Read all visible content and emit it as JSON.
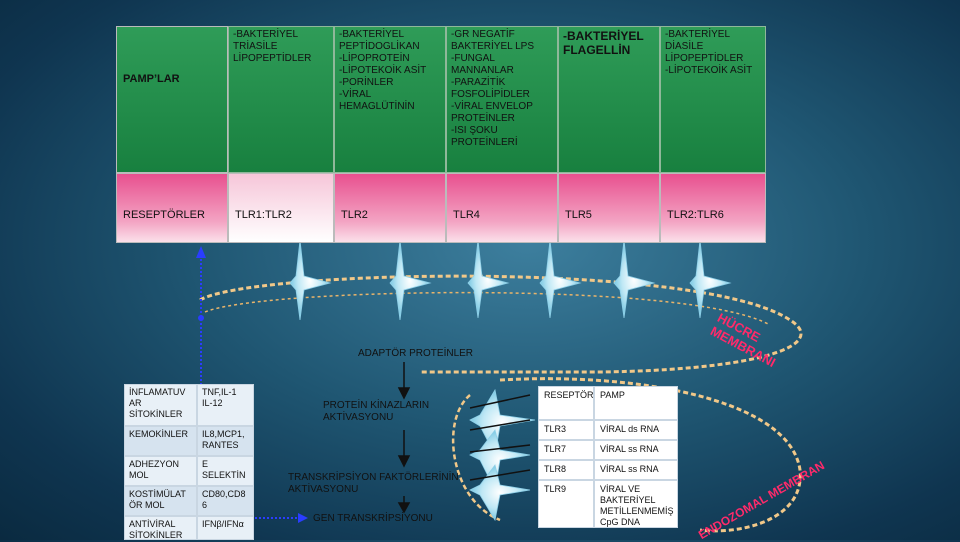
{
  "pamp_label": "PAMP’LAR",
  "receptor_label": "RESEPTÖRLER",
  "pamps": [
    "-BAKTERİYEL TRİASİLE LİPOPEPTİDLER",
    "-BAKTERİYEL PEPTİDOGLİKAN\n-LİPOPROTEİN\n-LİPOTEKOİK ASİT\n-PORİNLER\n-VİRAL HEMAGLÜTİNİN",
    "-GR NEGATİF BAKTERİYEL LPS\n-FUNGAL MANNANLAR\n-PARAZİTİK FOSFOLİPİDLER\n-VİRAL ENVELOP PROTEİNLER\n-ISI ŞOKU PROTEİNLERİ",
    "-BAKTERİYEL FLAGELLİN",
    "-BAKTERİYEL DİASİLE LİPOPEPTİDLER\n-LİPOTEKOİK ASİT"
  ],
  "receptors": [
    "TLR1:TLR2",
    "TLR2",
    "TLR4",
    "TLR5",
    "TLR2:TLR6"
  ],
  "membrane_top": "HÜCRE MEMBRANI",
  "membrane_bottom": "ENDOZOMAL MEMBRAN",
  "adaptor": "ADAPTÖR PROTEİNLER",
  "kinase": "PROTEİN KİNAZLARIN AKTİVASYONU",
  "tf": "TRANSKRİPSİYON FAKTÖRLERİNİN AKTİVASYONU",
  "gene": "GEN TRANSKRİPSİYONU",
  "left_table": [
    {
      "a": "İNFLAMATUV AR SİTOKİNLER",
      "b": "TNF,IL-1 IL-12"
    },
    {
      "a": "KEMOKİNLER",
      "b": "IL8,MCP1, RANTES"
    },
    {
      "a": "ADHEZYON MOL",
      "b": "E SELEKTİN"
    },
    {
      "a": "KOSTİMÜLAT ÖR MOL",
      "b": "CD80,CD8 6"
    },
    {
      "a": "ANTİVİRAL SİTOKİNLER",
      "b": "IFNβ/IFNα"
    }
  ],
  "right_table": {
    "header": [
      "RESEPTÖR",
      "PAMP"
    ],
    "rows": [
      [
        "TLR3",
        "VİRAL ds RNA"
      ],
      [
        "TLR7",
        "VİRAL ss RNA"
      ],
      [
        "TLR8",
        "VİRAL ss RNA"
      ],
      [
        "TLR9",
        "VİRAL VE BAKTERİYEL METİLLENMEMİŞ CpG DNA"
      ]
    ]
  }
}
